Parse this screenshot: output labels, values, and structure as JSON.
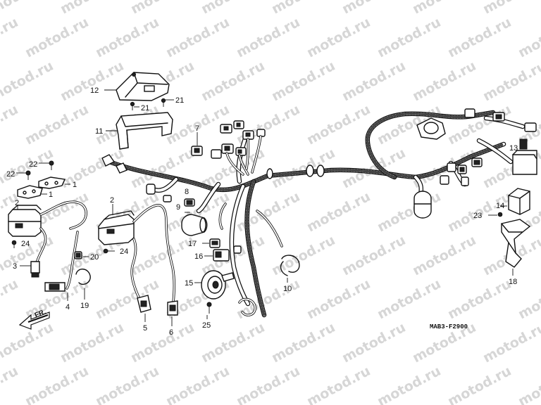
{
  "watermark": {
    "text": "motod.ru",
    "color": "#d6d6d6"
  },
  "diagram": {
    "code": "MAB3-F2900",
    "direction_label": "FR."
  },
  "callouts": [
    {
      "id": "c12",
      "label": "12"
    },
    {
      "id": "c21a",
      "label": "21"
    },
    {
      "id": "c21b",
      "label": "21"
    },
    {
      "id": "c11",
      "label": "11"
    },
    {
      "id": "c7",
      "label": "7"
    },
    {
      "id": "c22a",
      "label": "22"
    },
    {
      "id": "c22b",
      "label": "22"
    },
    {
      "id": "c1a",
      "label": "1"
    },
    {
      "id": "c1b",
      "label": "1"
    },
    {
      "id": "c2a",
      "label": "2"
    },
    {
      "id": "c2b",
      "label": "2"
    },
    {
      "id": "c24a",
      "label": "24"
    },
    {
      "id": "c24b",
      "label": "24"
    },
    {
      "id": "c3",
      "label": "3"
    },
    {
      "id": "c20",
      "label": "20"
    },
    {
      "id": "c4",
      "label": "4"
    },
    {
      "id": "c19",
      "label": "19"
    },
    {
      "id": "c8",
      "label": "8"
    },
    {
      "id": "c9",
      "label": "9"
    },
    {
      "id": "c17",
      "label": "17"
    },
    {
      "id": "c16",
      "label": "16"
    },
    {
      "id": "c15",
      "label": "15"
    },
    {
      "id": "c25",
      "label": "25"
    },
    {
      "id": "c5",
      "label": "5"
    },
    {
      "id": "c6",
      "label": "6"
    },
    {
      "id": "c10",
      "label": "10"
    },
    {
      "id": "c13",
      "label": "13"
    },
    {
      "id": "c14",
      "label": "14"
    },
    {
      "id": "c23",
      "label": "23"
    },
    {
      "id": "c18",
      "label": "18"
    }
  ]
}
